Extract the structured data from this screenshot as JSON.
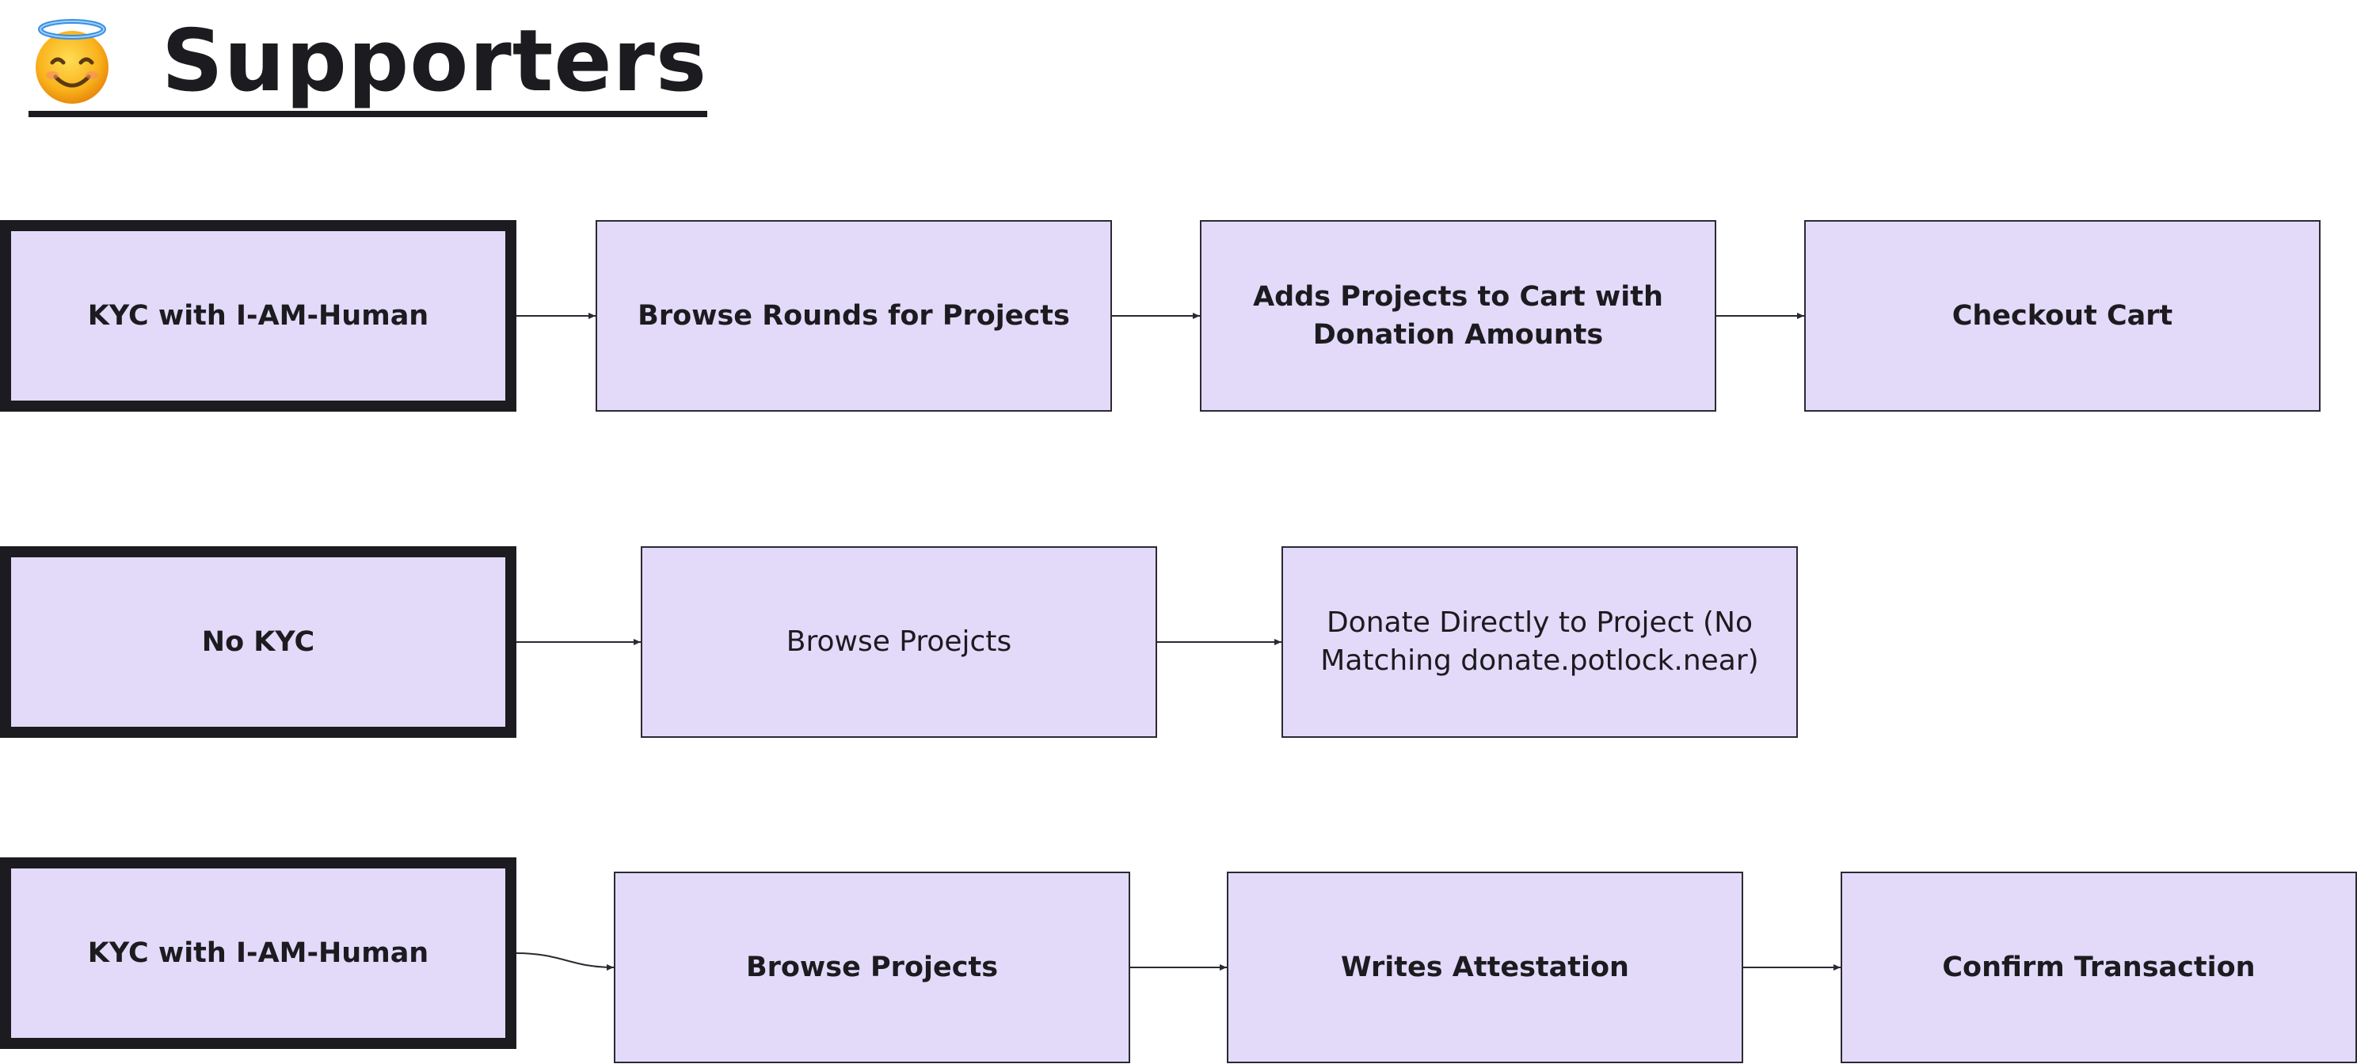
{
  "title": {
    "emoji_icon": "smiling-face-with-halo-icon",
    "text": "Supporters"
  },
  "colors": {
    "node_fill": "#e3dafa",
    "node_border": "#2b2a33",
    "text": "#1c1b1f"
  },
  "flows": [
    {
      "nodes": [
        {
          "label": "KYC with I-AM-Human"
        },
        {
          "label": "Browse Rounds for Projects"
        },
        {
          "label": "Adds Projects to Cart with Donation Amounts"
        },
        {
          "label": "Checkout Cart"
        }
      ]
    },
    {
      "nodes": [
        {
          "label": "No KYC"
        },
        {
          "label": "Browse Proejcts"
        },
        {
          "label": "Donate Directly to Project (No Matching donate.potlock.near)"
        }
      ]
    },
    {
      "nodes": [
        {
          "label": "KYC with I-AM-Human"
        },
        {
          "label": "Browse Projects"
        },
        {
          "label": "Writes Attestation"
        },
        {
          "label": "Confirm Transaction"
        }
      ]
    }
  ]
}
